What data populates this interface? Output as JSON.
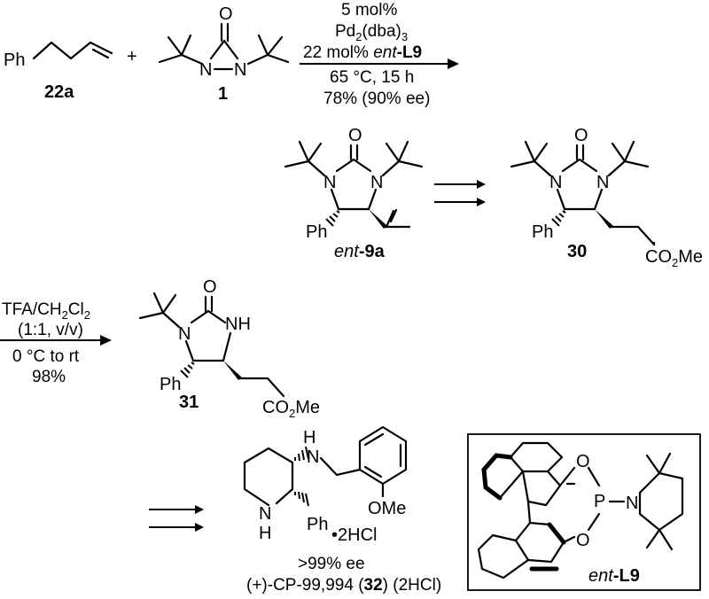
{
  "reaction1": {
    "substrate_group": "Ph",
    "substrate_label": "22a",
    "plus": "+",
    "reagent_label": "1",
    "conditions": {
      "line1": "5 mol%",
      "line2_main": "Pd",
      "line2_sub": "2",
      "line2_rest": "(dba)",
      "line2_sub2": "3",
      "line3_pre": "22 mol% ",
      "line3_ital": "ent",
      "line3_bold": "-L9",
      "line4": "65 °C, 15 h",
      "line5": "78% (90% ee)"
    }
  },
  "compound_9a": {
    "label_ital": "ent",
    "label_bold": "-9a",
    "ph": "Ph"
  },
  "compound_30": {
    "label": "30",
    "ph": "Ph",
    "ester": "CO2Me"
  },
  "reaction3": {
    "line1": "TFA/CH2Cl2",
    "line2": "(1:1, v/v)",
    "line3": "0 °C to rt",
    "line4": "98%"
  },
  "compound_31": {
    "label": "31",
    "ph": "Ph",
    "nh": "NH",
    "ester": "CO2Me"
  },
  "compound_32": {
    "nh": "NH",
    "h": "H",
    "ph": "Ph",
    "ome": "OMe",
    "salt": "•2HCl",
    "ee": ">99% ee",
    "name_pre": "(+)-CP-99,994 (",
    "name_bold": "32",
    "name_post": ") (2HCl)"
  },
  "ligand": {
    "label_ital": "ent",
    "label_bold": "-L9",
    "o1": "O",
    "o2": "O",
    "p": "P",
    "n": "N"
  },
  "atoms": {
    "o": "O",
    "n": "N"
  }
}
